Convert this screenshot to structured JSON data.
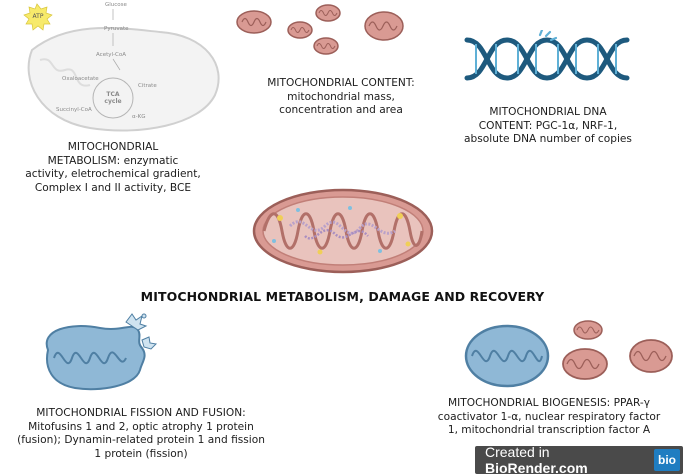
{
  "metabolism_diagram": {
    "atp": "ATP",
    "glucose": "Glucose",
    "pyruvate": "Pyruvate",
    "acetyl_coa": "Acetyl-CoA",
    "oxaloacetate": "Oxaloacetate",
    "citrate": "Citrate",
    "tca_line1": "TCA",
    "tca_line2": "cycle",
    "succinyl_coa": "Succinyl-CoA",
    "akg": "α-KG"
  },
  "labels": {
    "metabolism": [
      "MITOCHONDRIAL",
      "METABOLISM: enzymatic",
      "activity, eletrochemical gradient,",
      "Complex I and II activity, BCE"
    ],
    "content": [
      "MITOCHONDRIAL CONTENT:",
      "mitochondrial mass,",
      "concentration and area"
    ],
    "dna": [
      "MITOCHONDRIAL DNA",
      "CONTENT: PGC-1α, NRF-1,",
      "absolute DNA number of copies"
    ],
    "fission": [
      "MITOCHONDRIAL FISSION AND FUSION:",
      "Mitofusins 1 and 2, optic atrophy 1 protein",
      "(fusion); Dynamin-related protein 1 and fission",
      "1 protein (fission)"
    ],
    "biogenesis": [
      "MITOCHONDRIAL BIOGENESIS: PPAR-γ",
      "coactivator 1-α, nuclear respiratory factor",
      "1, mitochondrial transcription factor A"
    ]
  },
  "center_title": "MITOCHONDRIAL METABOLISM, DAMAGE AND RECOVERY",
  "badge": {
    "prefix": "Created in ",
    "brand": "BioRender.com",
    "logo": "bio"
  },
  "colors": {
    "mito_pink": "#d99a93",
    "mito_pink_dark": "#9c5f59",
    "mito_blue": "#8fb8d6",
    "mito_blue_dark": "#4f7fa3",
    "dna_blue": "#1e5a7e",
    "badge_bg": "#4a4a4a",
    "badge_logo": "#1f7dc1"
  }
}
